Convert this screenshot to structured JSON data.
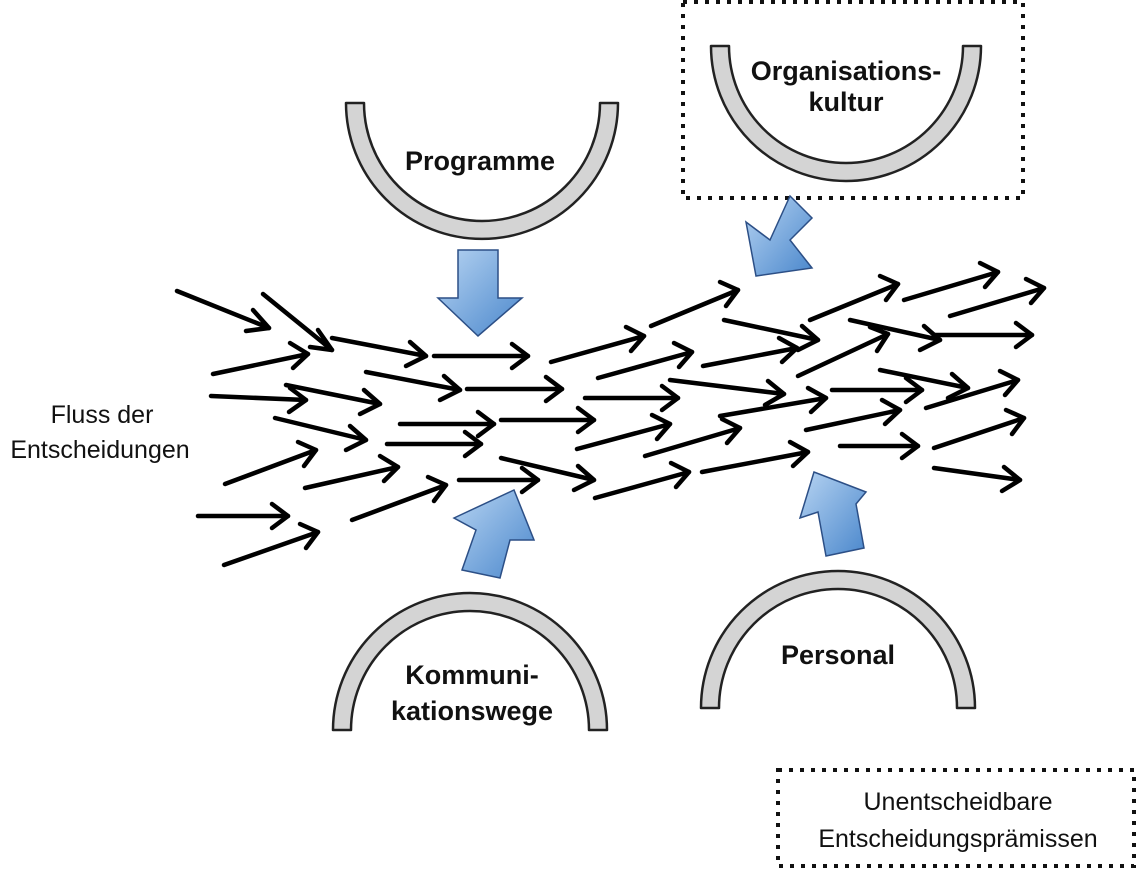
{
  "labels": {
    "programme": "Programme",
    "organisationskultur_line1": "Organisations-",
    "organisationskultur_line2": "kultur",
    "kommunikationswege_line1": "Kommuni-",
    "kommunikationswege_line2": "kationswege",
    "personal": "Personal",
    "fluss_line1": "Fluss der",
    "fluss_line2": "Entscheidungen",
    "legend_line1": "Unentscheidbare",
    "legend_line2": "Entscheidungsprämissen"
  },
  "colors": {
    "arrow_blue_light": "#b7d4f2",
    "arrow_blue_dark": "#4a87cc",
    "arc_gray": "#d4d4d4"
  }
}
